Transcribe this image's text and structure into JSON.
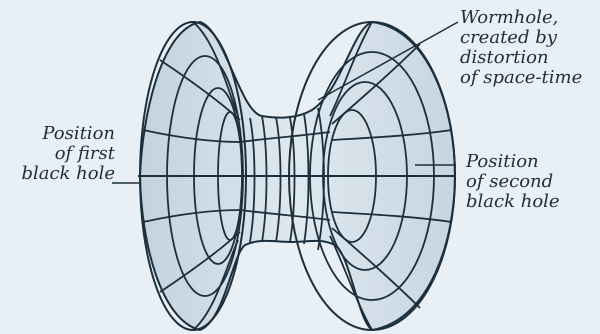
{
  "labels": {
    "wormhole": [
      "Wormhole,",
      "created by",
      "distortion",
      "of space-time"
    ],
    "first_black_hole": [
      "Position",
      "of first",
      "black hole"
    ],
    "second_black_hole": [
      "Position",
      "of second",
      "black hole"
    ]
  },
  "colors": {
    "background": "#e9f0f5",
    "surface": "#cdd9e3",
    "lines": "#1c2f3c"
  }
}
